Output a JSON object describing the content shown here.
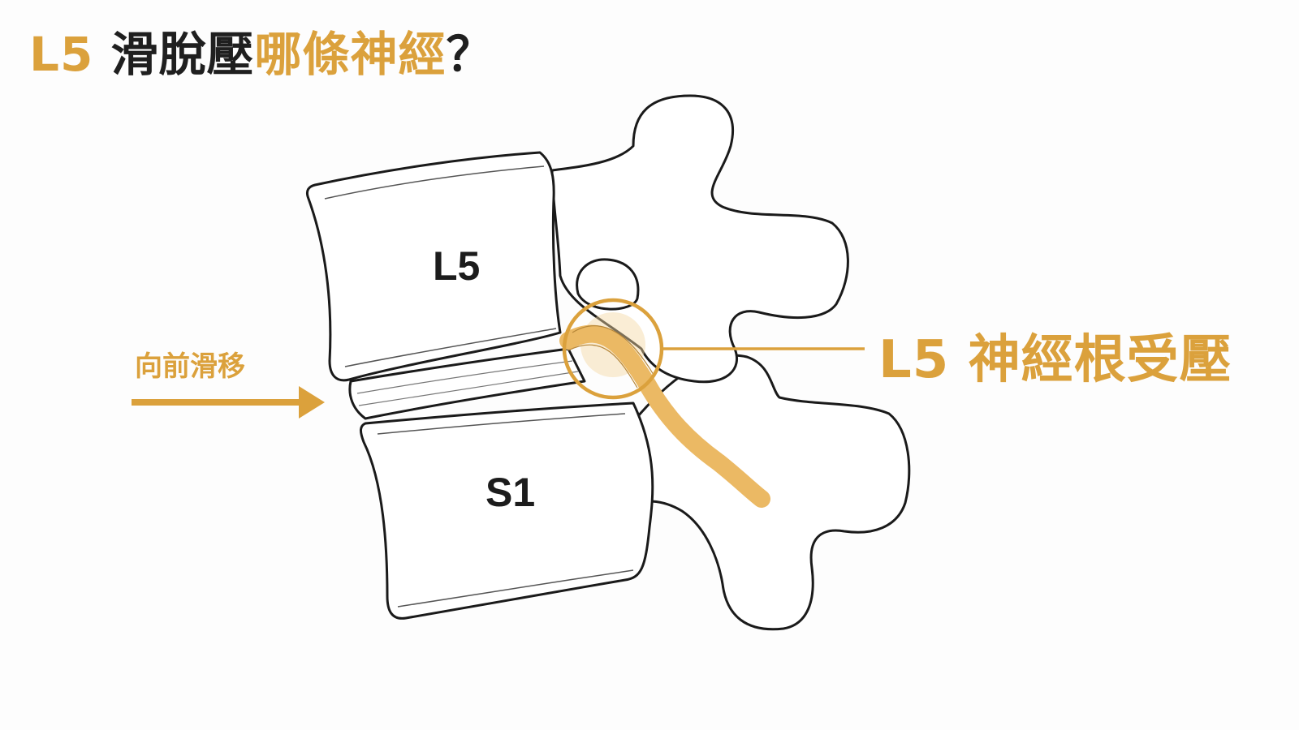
{
  "title": {
    "part1": "L5 ",
    "part2": "滑脫壓",
    "part3": "哪條神經",
    "part4": "？"
  },
  "labels": {
    "l5": "L5",
    "s1": "S1",
    "slip": "向前滑移",
    "callout": "L5 神經根受壓"
  },
  "colors": {
    "accent": "#dba13c",
    "nerve": "#ebb964",
    "outline": "#1a1a1a",
    "text": "#1f1f1f"
  }
}
